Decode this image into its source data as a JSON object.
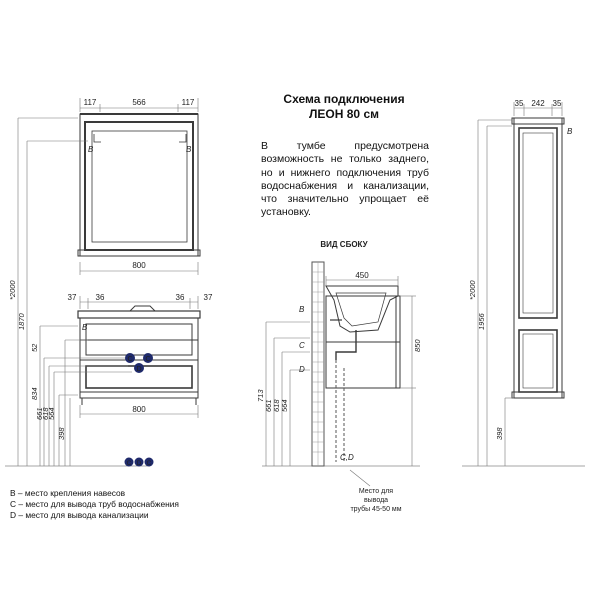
{
  "title": {
    "line1": "Схема подключения",
    "line2": "ЛЕОН 80 см"
  },
  "description": "В тумбе предусмотрена возможность не только заднего, но и нижнего подключения труб водоснабжения и канализации, что значительно упрощает её установку.",
  "side_view_label": "ВИД СБОКУ",
  "legend": [
    "B – место крепления навесов",
    "C – место для вывода труб водоснабжения",
    "D – место для вывода канализации"
  ],
  "mirror": {
    "top_dims": [
      "117",
      "566",
      "117"
    ],
    "bottom_width": "800",
    "height_total": "*2000",
    "height_mount": "1870",
    "mark": "B"
  },
  "vanity": {
    "top_dims": [
      "37",
      "36",
      "36",
      "37"
    ],
    "bottom_width": "800",
    "heights": [
      "52",
      "834",
      "661",
      "618",
      "564",
      "398"
    ],
    "marks": [
      "B",
      "C",
      "C",
      "D"
    ],
    "floor_marks": [
      "C",
      "D",
      "C"
    ]
  },
  "side": {
    "depth": "450",
    "height": "850",
    "left_dims": [
      "713",
      "661",
      "618",
      "564"
    ],
    "marks": [
      "B",
      "C",
      "D",
      "C,D"
    ],
    "note": [
      "Место для",
      "вывода",
      "трубы 45-50 мм"
    ]
  },
  "column": {
    "top_dims": [
      "35",
      "242",
      "35"
    ],
    "heights": [
      "*2000",
      "1956",
      "398"
    ],
    "mark": "B"
  },
  "colors": {
    "line": "#333333",
    "dim": "#6b6b6b",
    "marker": "#1f2a6b"
  }
}
